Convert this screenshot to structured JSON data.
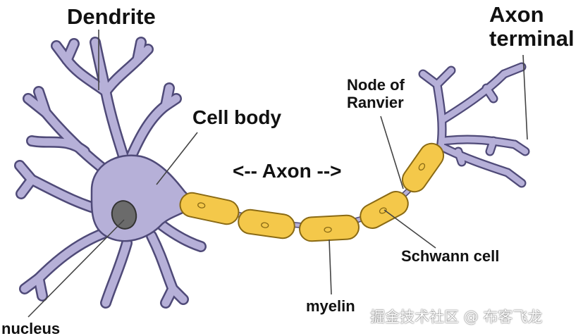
{
  "labels": {
    "dendrite": "Dendrite",
    "cell_body": "Cell body",
    "axon": "<-- Axon -->",
    "axon_terminal_1": "Axon",
    "axon_terminal_2": "terminal",
    "node_of_ranvier_1": "Node of",
    "node_of_ranvier_2": "Ranvier",
    "schwann_cell": "Schwann cell",
    "myelin": "myelin",
    "nucleus": "nucleus"
  },
  "watermark": "掘金技术社区 @ 布客飞龙",
  "colors": {
    "neuron_fill": "#b6b0d8",
    "neuron_stroke": "#4f4a78",
    "myelin_fill": "#f4c84a",
    "myelin_stroke": "#8a6a14",
    "nucleus_fill": "#6b6b6b",
    "leader_line": "#444444",
    "text": "#111111"
  }
}
